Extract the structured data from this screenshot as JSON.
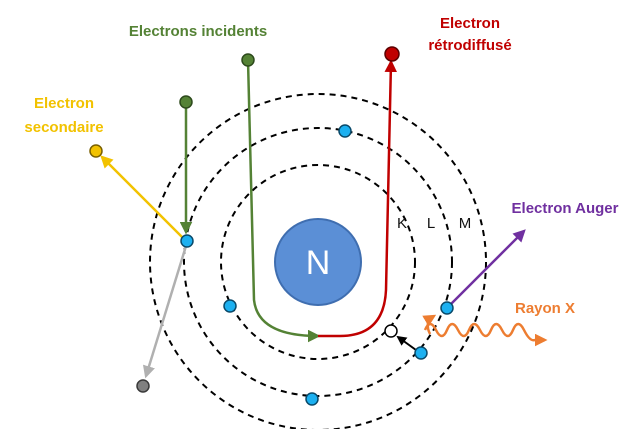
{
  "nucleus": {
    "label": "N",
    "fill": "#5b8fd6",
    "stroke": "#3f6eb0"
  },
  "shells": {
    "k_label": "K",
    "l_label": "L",
    "m_label": "M"
  },
  "labels": {
    "incident": "Electrons incidents",
    "backscattered_line1": "Electron",
    "backscattered_line2": "rétrodiffusé",
    "secondary_line1": "Electron",
    "secondary_line2": "secondaire",
    "auger": "Electron Auger",
    "xray": "Rayon X"
  },
  "colors": {
    "incident": "#548235",
    "backscattered": "#c00000",
    "secondary": "#f2c200",
    "auger": "#7030a0",
    "xray": "#ed7d31",
    "electron": "#1cb0f0",
    "grey_path": "#b0b0b0",
    "grey_electron": "#808080",
    "shell": "#000000"
  }
}
